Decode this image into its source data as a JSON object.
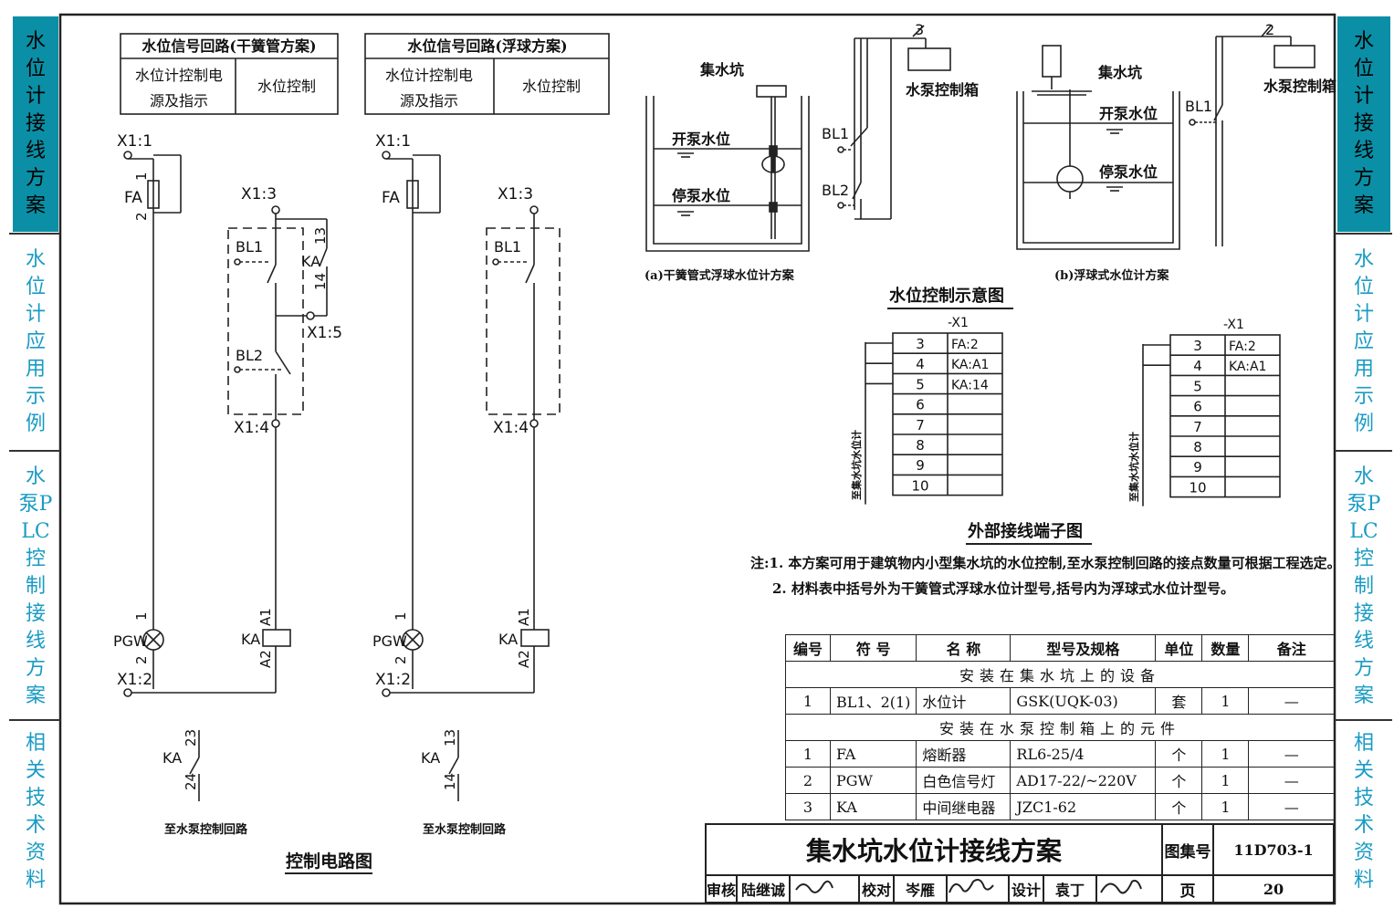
{
  "sidebar_left": [
    {
      "label": "水位计接线方案",
      "active": true
    },
    {
      "label": "水位计应用示例",
      "active": false
    },
    {
      "label": "水泵PLC控制接线方案",
      "active": false
    },
    {
      "label": "相关技术资料",
      "active": false
    }
  ],
  "sidebar_right": [
    {
      "label": "水位计接线方案",
      "active": true
    },
    {
      "label": "水位计应用示例",
      "active": false
    },
    {
      "label": "水泵PLC控制接线方案",
      "active": false
    },
    {
      "label": "相关技术资料",
      "active": false
    }
  ],
  "circuit_left": {
    "header_title": "水位信号回路(干簧管方案)",
    "col1": [
      "水位计控制电",
      "源及指示"
    ],
    "col2": "水位控制",
    "x11": "X1:1",
    "x12": "X1:2",
    "x13": "X1:3",
    "x14": "X1:4",
    "x15": "X1:5",
    "fa": "FA",
    "pgw": "PGW",
    "ka": "KA",
    "bl1": "BL1",
    "bl2": "BL2",
    "n1": "1",
    "n2": "2",
    "a1": "A1",
    "a2": "A2",
    "n13": "13",
    "n14": "14",
    "bottom_contact_top": "23",
    "bottom_contact_bottom": "24",
    "to_pump": "至水泵控制回路"
  },
  "circuit_right": {
    "header_title": "水位信号回路(浮球方案)",
    "col1": [
      "水位计控制电",
      "源及指示"
    ],
    "col2": "水位控制",
    "x11": "X1:1",
    "x12": "X1:2",
    "x13": "X1:3",
    "x14": "X1:4",
    "fa": "FA",
    "pgw": "PGW",
    "ka": "KA",
    "bl1": "BL1",
    "n1": "1",
    "n2": "2",
    "a1": "A1",
    "a2": "A2",
    "bottom_contact_top": "13",
    "bottom_contact_bottom": "14",
    "to_pump": "至水泵控制回路"
  },
  "control_circuit_title": "控制电路图",
  "schematic": {
    "pit": "集水坑",
    "start_level": "开泵水位",
    "stop_level": "停泵水位",
    "pump_box": "水泵控制箱",
    "bl1": "BL1",
    "bl2": "BL2",
    "wire_count_a": "3",
    "wire_count_b": "2",
    "caption_a": "(a)干簧管式浮球水位计方案",
    "caption_b": "(b)浮球式水位计方案",
    "title": "水位控制示意图"
  },
  "terminals": {
    "label": "-X1",
    "side_label": "至集水坑水位计",
    "left_rows": [
      [
        "3",
        "FA:2"
      ],
      [
        "4",
        "KA:A1"
      ],
      [
        "5",
        "KA:14"
      ],
      [
        "6",
        ""
      ],
      [
        "7",
        ""
      ],
      [
        "8",
        ""
      ],
      [
        "9",
        ""
      ],
      [
        "10",
        ""
      ]
    ],
    "right_rows": [
      [
        "3",
        "FA:2"
      ],
      [
        "4",
        "KA:A1"
      ],
      [
        "5",
        ""
      ],
      [
        "6",
        ""
      ],
      [
        "7",
        ""
      ],
      [
        "8",
        ""
      ],
      [
        "9",
        ""
      ],
      [
        "10",
        ""
      ]
    ],
    "title": "外部接线端子图"
  },
  "notes": [
    "注:1. 本方案可用于建筑物内小型集水坑的水位控制,至水泵控制回路的接点数量可根据工程选定。",
    "2. 材料表中括号外为干簧管式浮球水位计型号,括号内为浮球式水位计型号。"
  ],
  "materials": {
    "headers": [
      "编号",
      "符 号",
      "名 称",
      "型号及规格",
      "单位",
      "数量",
      "备注"
    ],
    "section1": "安装在集水坑上的设备",
    "section2": "安装在水泵控制箱上的元件",
    "rows1": [
      [
        "1",
        "BL1、2(1)",
        "水位计",
        "GSK(UQK-03)",
        "套",
        "1",
        "—"
      ]
    ],
    "rows2": [
      [
        "1",
        "FA",
        "熔断器",
        "RL6-25/4",
        "个",
        "1",
        "—"
      ],
      [
        "2",
        "PGW",
        "白色信号灯",
        "AD17-22/~220V",
        "个",
        "1",
        "—"
      ],
      [
        "3",
        "KA",
        "中间继电器",
        "JZC1-62",
        "个",
        "1",
        "—"
      ]
    ]
  },
  "title_block": {
    "title": "集水坑水位计接线方案",
    "atlas_label": "图集号",
    "atlas_no": "11D703-1",
    "page_label": "页",
    "page_no": "20",
    "review_label": "审核",
    "review_name": "陆继诚",
    "check_label": "校对",
    "check_name": "岑雁",
    "design_label": "设计",
    "design_name": "袁丁"
  }
}
